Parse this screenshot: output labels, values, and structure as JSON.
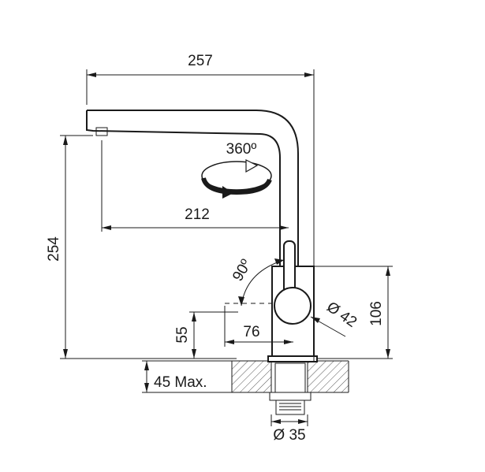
{
  "dimensions": {
    "overall_reach": "257",
    "spout_reach": "212",
    "total_height": "254",
    "rotation": "360º",
    "lever_angle": "90º",
    "body_height": "106",
    "body_diameter": "Ø 42",
    "lever_offset": "76",
    "lever_height": "55",
    "max_countertop": "45 Max.",
    "hole_diameter": "Ø 35"
  },
  "colors": {
    "ink": "#1a1a1a",
    "background": "#ffffff",
    "hatch": "#555555"
  }
}
